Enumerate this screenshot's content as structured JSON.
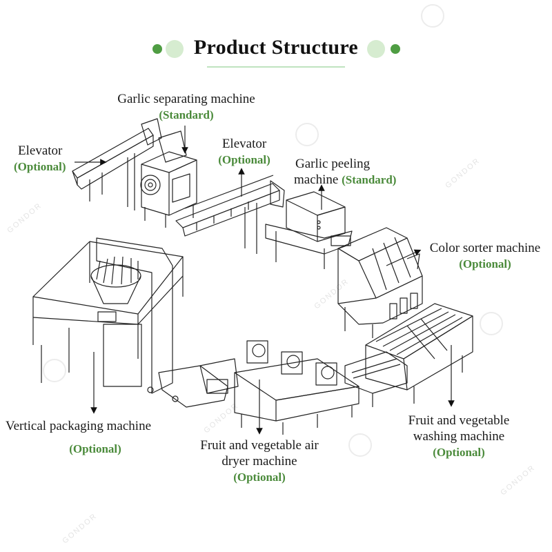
{
  "title": "Product Structure",
  "colors": {
    "accent": "#4a8a3a",
    "dot": "#5aa94a",
    "dot_light": "#cfe8c8"
  },
  "labels": {
    "garlic_separating": {
      "name": "Garlic separating machine",
      "tag": "(Standard)"
    },
    "elevator_left": {
      "name": "Elevator",
      "tag": "(Optional)"
    },
    "elevator_center": {
      "name": "Elevator",
      "tag": "(Optional)"
    },
    "garlic_peeling": {
      "name_line1": "Garlic peeling",
      "name_line2": "machine",
      "tag": "(Standard)"
    },
    "color_sorter": {
      "name": "Color sorter machine",
      "tag": "(Optional)"
    },
    "vertical_packaging": {
      "name": "Vertical packaging machine",
      "tag": "(Optional)"
    },
    "air_dryer": {
      "name_line1": "Fruit and vegetable air",
      "name_line2": "dryer machine",
      "tag": "(Optional)"
    },
    "washing": {
      "name_line1": "Fruit and vegetable",
      "name_line2": "washing machine",
      "tag": "(Optional)"
    }
  },
  "watermark": "GONDOR"
}
